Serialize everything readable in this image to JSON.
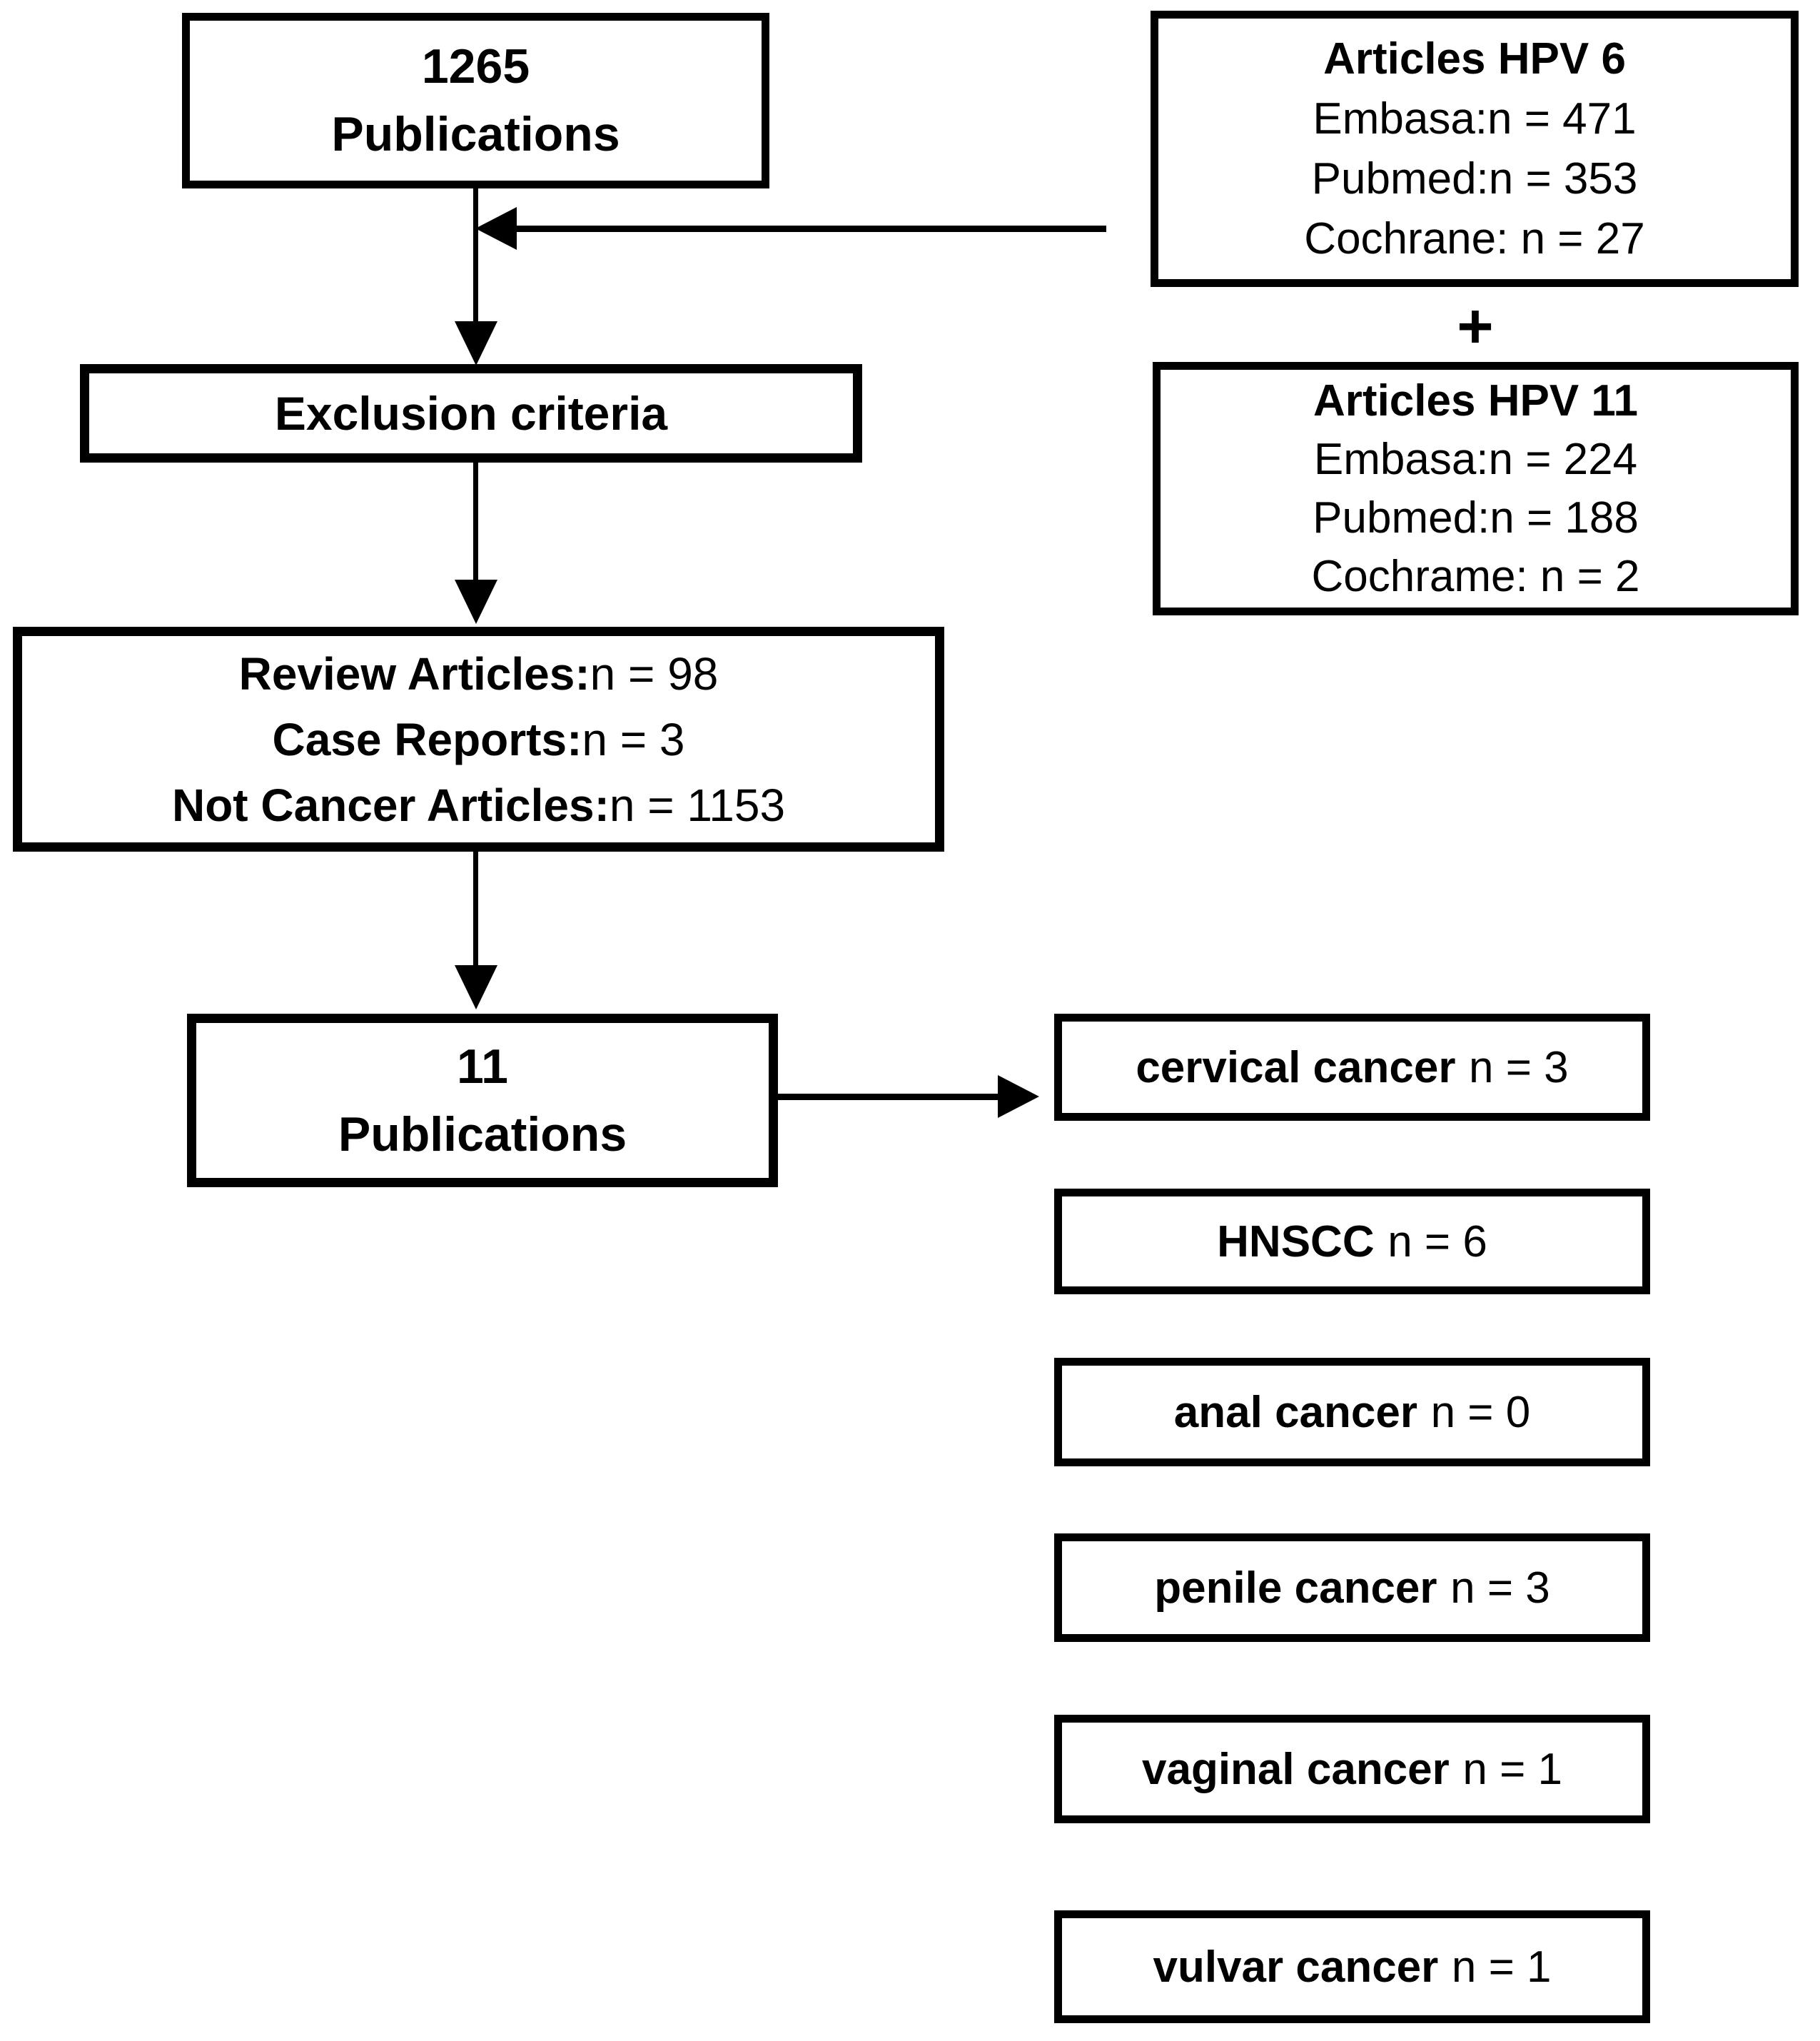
{
  "flowchart": {
    "colors": {
      "line": "#000000",
      "background": "#ffffff"
    },
    "box_publications_initial": {
      "count": "1265",
      "label": "Publications"
    },
    "box_articles_hpv6": {
      "title": "Articles HPV 6",
      "lines": [
        "Embasa:n = 471",
        "Pubmed:n = 353",
        "Cochrane: n = 27"
      ]
    },
    "plus_sign": "+",
    "box_articles_hpv11": {
      "title": "Articles HPV 11",
      "lines": [
        "Embasa:n = 224",
        "Pubmed:n = 188",
        "Cochrame: n = 2"
      ]
    },
    "box_exclusion": {
      "label": "Exclusion criteria"
    },
    "box_exclusion_reasons": {
      "lines": [
        {
          "label": "Review Articles:",
          "value": "n = 98"
        },
        {
          "label": "Case Reports:",
          "value": "n = 3"
        },
        {
          "label": "Not Cancer Articles:",
          "value": "n = 1153"
        }
      ]
    },
    "box_publications_final": {
      "count": "11",
      "label": "Publications"
    },
    "outcomes": [
      {
        "name": "cervical cancer",
        "value": "n = 3"
      },
      {
        "name": "HNSCC",
        "value": "n = 6"
      },
      {
        "name": "anal cancer",
        "value": "n = 0"
      },
      {
        "name": "penile cancer",
        "value": "n = 3"
      },
      {
        "name": "vaginal cancer",
        "value": "n = 1"
      },
      {
        "name": "vulvar cancer",
        "value": "n = 1"
      }
    ]
  }
}
